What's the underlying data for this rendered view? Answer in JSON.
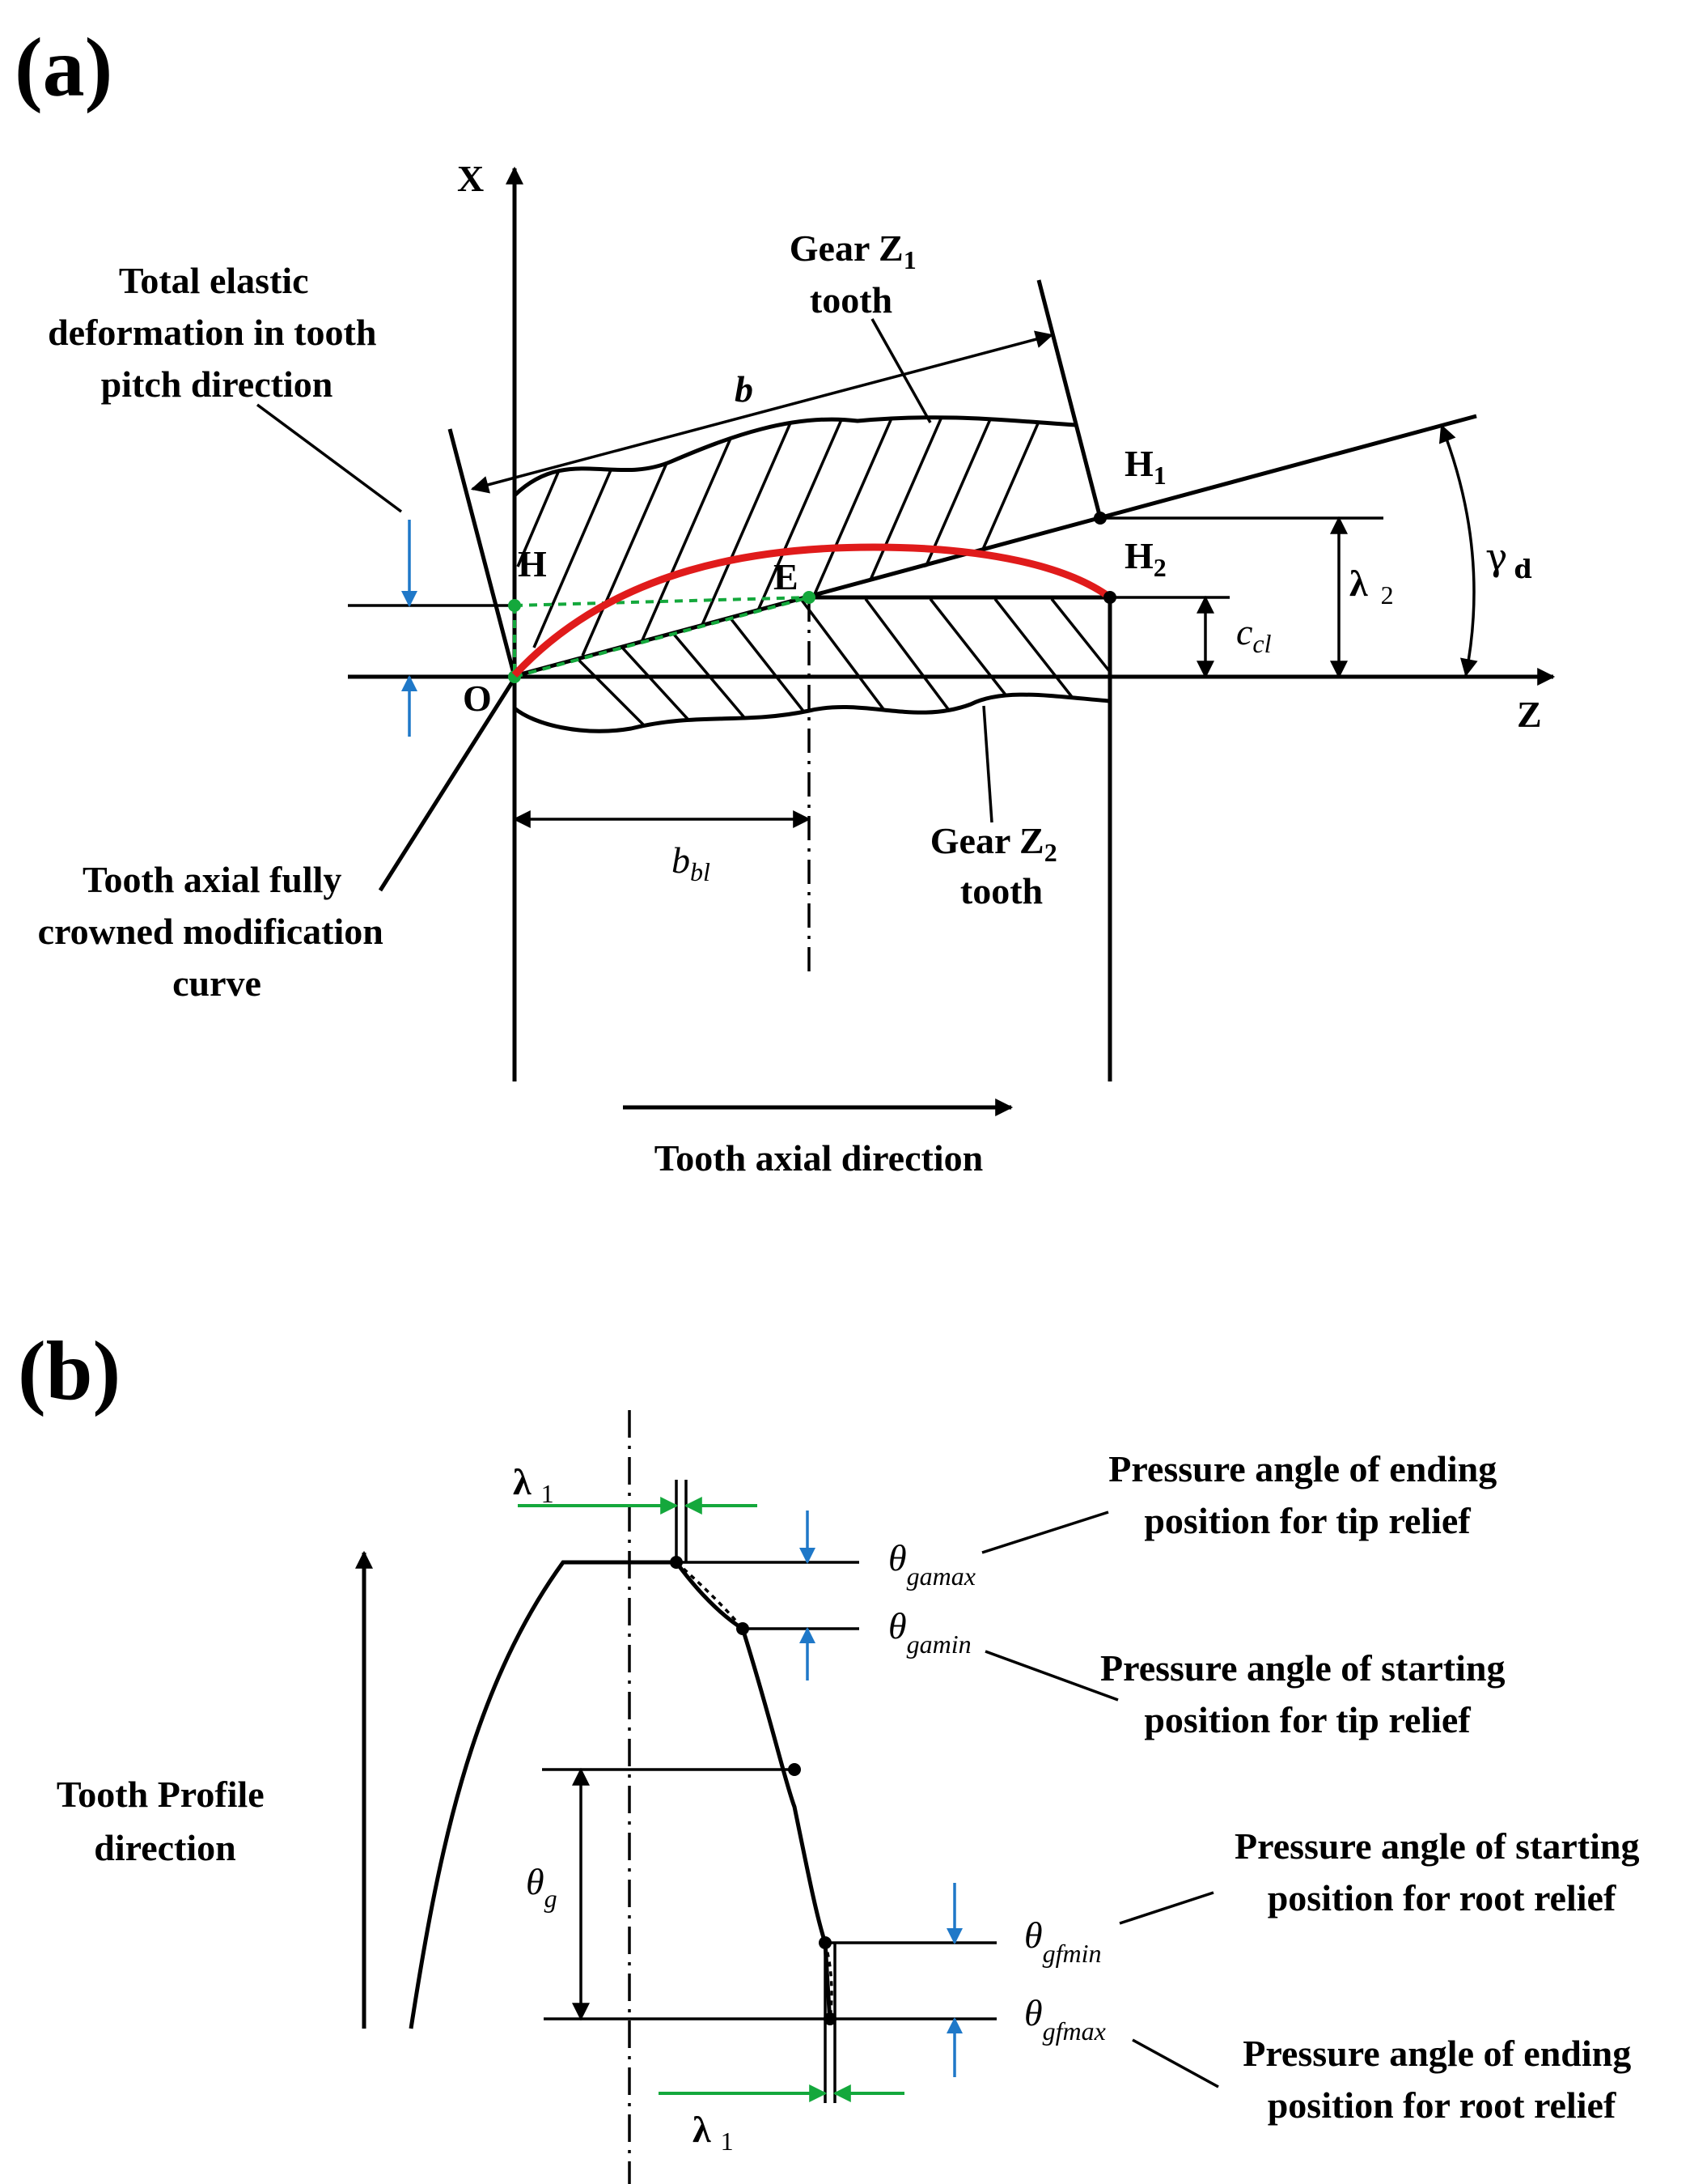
{
  "panel_a": {
    "label": "(a)",
    "axis_x": "X",
    "axis_z": "Z",
    "origin": "O",
    "point_h": "H",
    "point_e": "E",
    "point_h1": "H",
    "point_h1_sub": "1",
    "point_h2": "H",
    "point_h2_sub": "2",
    "dim_b": "b",
    "dim_bbl": "b",
    "dim_bbl_sub": "bl",
    "dim_ccl": "c",
    "dim_ccl_sub": "cl",
    "dim_lambda2": "λ",
    "dim_lambda2_sub": "2",
    "angle_gamma": "γ",
    "angle_gamma_sub": "d",
    "gear1_line1": "Gear Z",
    "gear1_sub": "1",
    "gear1_line2": "tooth",
    "gear2_line1": "Gear Z",
    "gear2_sub": "2",
    "gear2_line2": "tooth",
    "elastic_lines": [
      "Total elastic",
      "deformation in tooth",
      "pitch direction"
    ],
    "crowned_lines": [
      "Tooth axial fully",
      "crowned modification",
      "curve"
    ],
    "axial_direction": "Tooth axial direction"
  },
  "panel_b": {
    "label": "(b)",
    "lambda_top": "λ",
    "lambda_top_sub": "1",
    "lambda_bottom": "λ",
    "lambda_bottom_sub": "1",
    "theta_g": "θ",
    "theta_g_sub": "g",
    "theta_gamax": "θ",
    "theta_gamax_sub": "gamax",
    "theta_gamin": "θ",
    "theta_gamin_sub": "gamin",
    "theta_gfmin": "θ",
    "theta_gfmin_sub": "gfmin",
    "theta_gfmax": "θ",
    "theta_gfmax_sub": "gfmax",
    "tip_end_lines": [
      "Pressure angle of ending",
      "position for tip relief"
    ],
    "tip_start_lines": [
      "Pressure angle of starting",
      "position for tip relief"
    ],
    "root_start_lines": [
      "Pressure angle of starting",
      "position for root relief"
    ],
    "root_end_lines": [
      "Pressure angle of ending",
      "position for root relief"
    ],
    "profile_lines": [
      "Tooth Profile",
      "direction"
    ]
  },
  "colors": {
    "modification_curve": "#e01b1b",
    "construction_lines": "#14a83c",
    "deformation_arrows": "#1f78c8"
  }
}
